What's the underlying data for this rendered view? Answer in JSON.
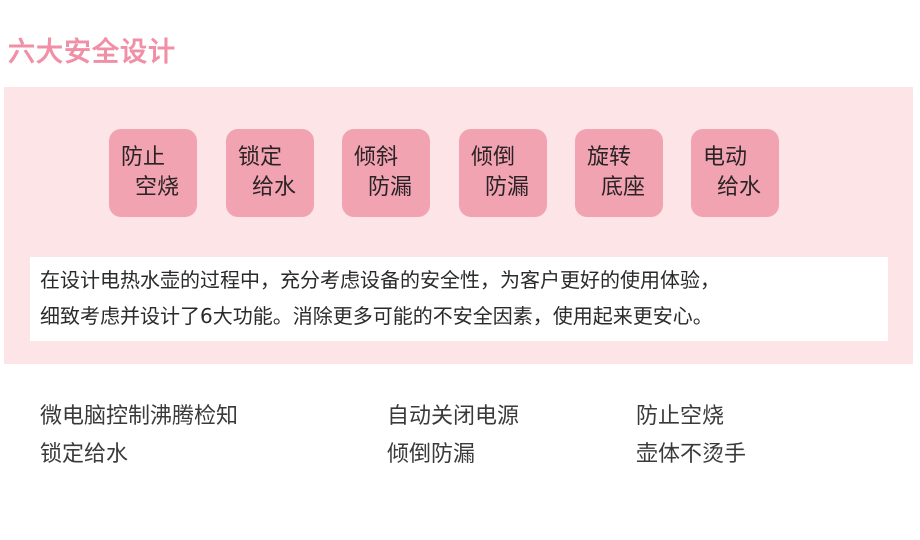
{
  "header": {
    "title": "六大安全设计"
  },
  "badges": [
    {
      "line1": "防止",
      "line2": "空烧"
    },
    {
      "line1": "锁定",
      "line2": "给水"
    },
    {
      "line1": "倾斜",
      "line2": "防漏"
    },
    {
      "line1": "倾倒",
      "line2": "防漏"
    },
    {
      "line1": "旋转",
      "line2": "底座"
    },
    {
      "line1": "电动",
      "line2": "给水"
    }
  ],
  "description": {
    "line1": "在设计电热水壶的过程中，充分考虑设备的安全性，为客户更好的使用体验，",
    "line2": "细致考虑并设计了6大功能。消除更多可能的不安全因素，使用起来更安心。"
  },
  "features": [
    "微电脑控制沸腾检知",
    "自动关闭电源",
    "防止空烧",
    "锁定给水",
    "倾倒防漏",
    "壶体不烫手"
  ],
  "colors": {
    "accent_title": "#f08fa5",
    "panel_background": "#fce4e7",
    "badge_background": "#f2a3b2"
  }
}
